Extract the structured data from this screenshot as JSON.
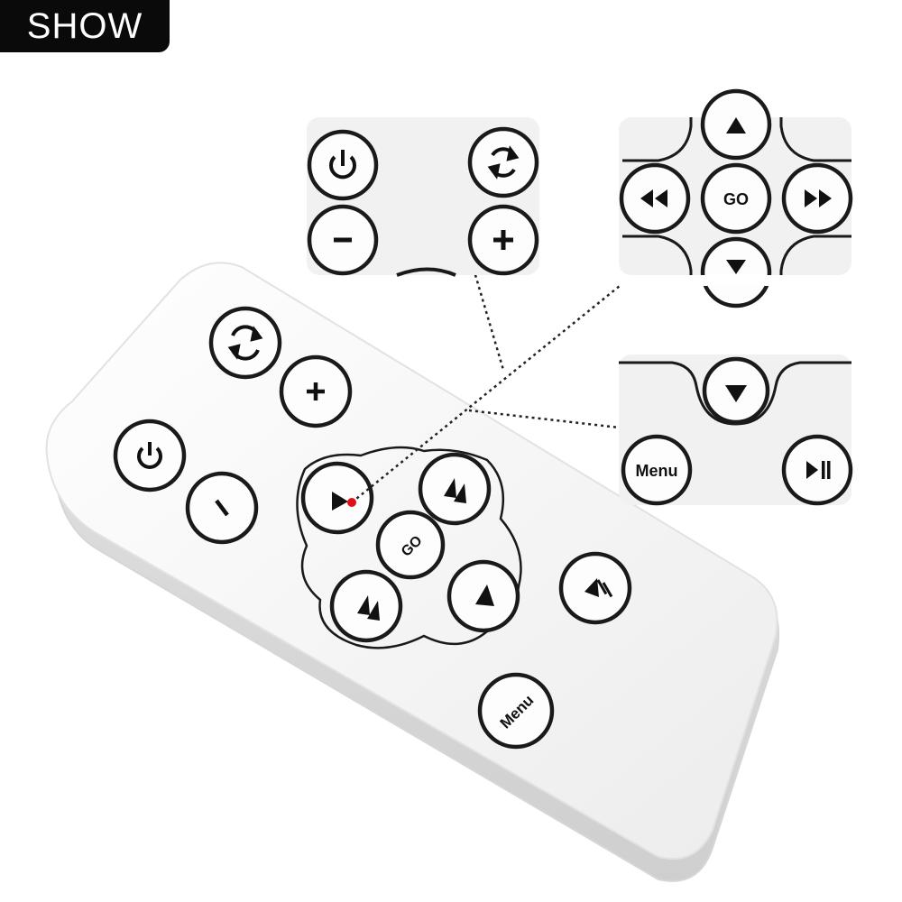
{
  "badge": {
    "label": "SHOW"
  },
  "buttons": {
    "go": "GO",
    "menu": "Menu"
  },
  "icons": [
    "power-icon",
    "repeat-icon",
    "minus-icon",
    "plus-icon",
    "up-arrow-icon",
    "down-arrow-icon",
    "rewind-icon",
    "fast-forward-icon",
    "play-pause-icon"
  ],
  "colors": {
    "badge": "#0a0a0a",
    "pointer": "#e0101a",
    "remote": "#f7f7f7"
  }
}
